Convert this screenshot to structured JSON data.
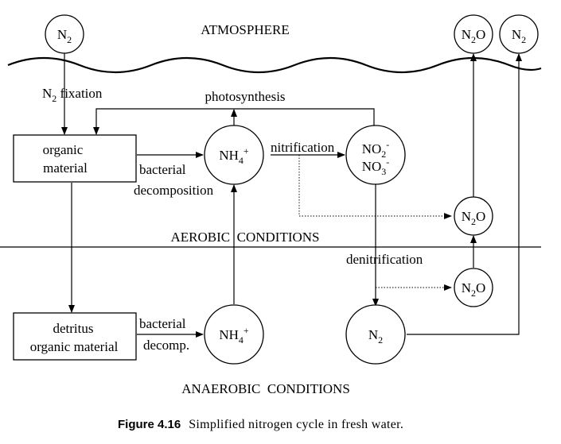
{
  "regions": {
    "atmosphere": "ATMOSPHERE",
    "aerobic": "AEROBIC  CONDITIONS",
    "anaerobic": "ANAEROBIC  CONDITIONS"
  },
  "nodes": {
    "n2_atmosphere_left": "N2",
    "n2o_atmosphere": "N2O",
    "n2_atmosphere_right": "N2",
    "organic_material_line1": "organic",
    "organic_material_line2": "material",
    "nh4_aerobic": "NH4+",
    "no2": "NO2-",
    "no3": "NO3-",
    "n2o_aerobic": "N2O",
    "n2o_denitrification": "N2O",
    "detritus_line1": "detritus",
    "detritus_line2": "organic material",
    "nh4_anaerobic": "NH4+",
    "n2_anaerobic": "N2"
  },
  "processes": {
    "n2_fixation": "N2 fixation",
    "photosynthesis": "photosynthesis",
    "bacterial_decomposition_line1": "bacterial",
    "bacterial_decomposition_line2": "decomposition",
    "nitrification": "nitrification",
    "denitrification": "denitrification",
    "bacterial_decomp_line1": "bacterial",
    "bacterial_decomp_line2": "decomp."
  },
  "caption": {
    "number": "Figure 4.16",
    "text": "Simplified nitrogen cycle in fresh water."
  }
}
